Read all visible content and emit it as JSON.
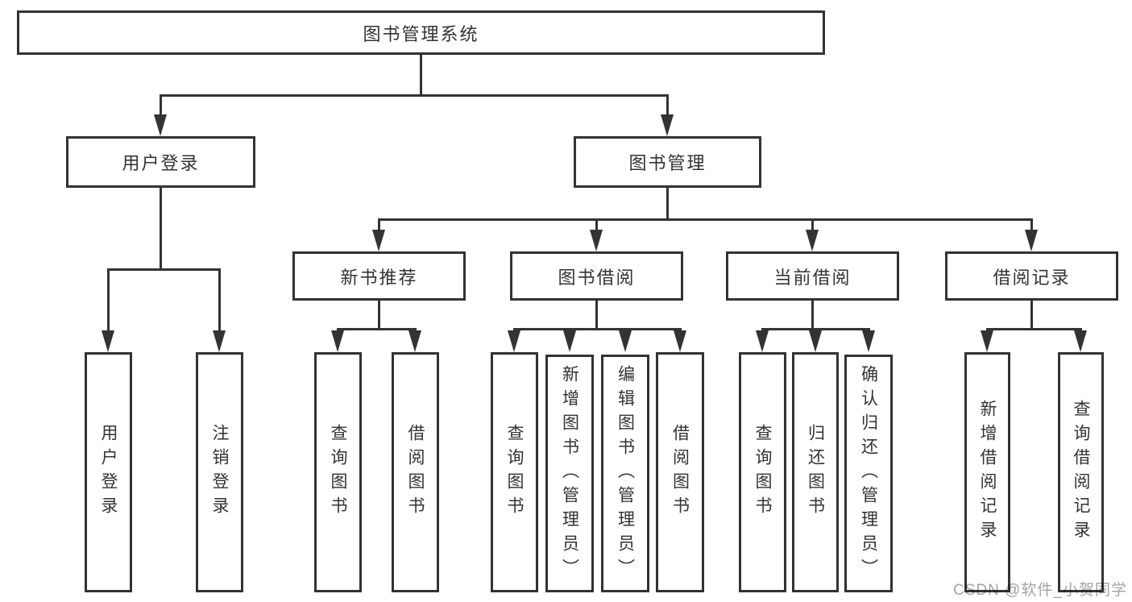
{
  "diagram": {
    "title": "图书管理系统",
    "type": "hierarchy-tree",
    "colors": {
      "line": "#333333",
      "box_border": "#333333",
      "box_fill": "#ffffff",
      "text": "#333333",
      "watermark": "#a3a3a3",
      "background": "#ffffff"
    },
    "watermark": "CSDN @软件_小贺同学",
    "nodes": {
      "root": "图书管理系统",
      "user_login": "用户登录",
      "book_management": "图书管理",
      "new_book_recommendation": "新书推荐",
      "book_borrowing": "图书借阅",
      "current_borrowing": "当前借阅",
      "borrowing_records": "借阅记录",
      "user_login_leaf": "用户登录",
      "logout_leaf": "注销登录",
      "nb_query_books": "查询图书",
      "nb_borrow_books": "借阅图书",
      "bb_query_books": "查询图书",
      "bb_add_books_admin": "新增图书（管理员）",
      "bb_edit_books_admin": "编辑图书（管理员）",
      "bb_borrow_books": "借阅图书",
      "cb_query_books": "查询图书",
      "cb_return_books": "归还图书",
      "cb_confirm_return_admin": "确认归还（管理员）",
      "br_add_record": "新增借阅记录",
      "br_query_record": "查询借阅记录"
    },
    "hierarchy": {
      "图书管理系统": {
        "用户登录": [
          "用户登录",
          "注销登录"
        ],
        "图书管理": {
          "新书推荐": [
            "查询图书",
            "借阅图书"
          ],
          "图书借阅": [
            "查询图书",
            "新增图书（管理员）",
            "编辑图书（管理员）",
            "借阅图书"
          ],
          "当前借阅": [
            "查询图书",
            "归还图书",
            "确认归还（管理员）"
          ],
          "借阅记录": [
            "新增借阅记录",
            "查询借阅记录"
          ]
        }
      }
    }
  }
}
